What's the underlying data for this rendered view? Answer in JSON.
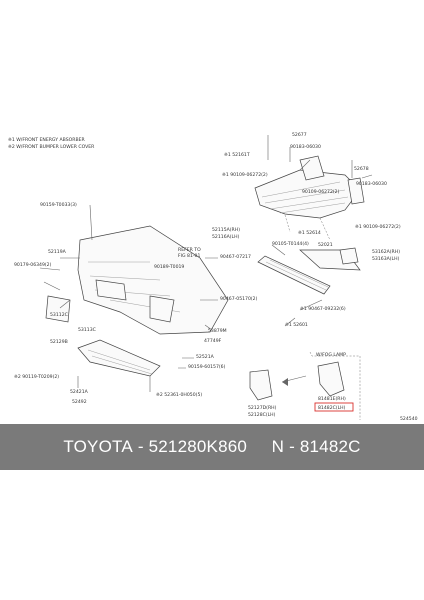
{
  "notes": {
    "line1": "※1 W/FRONT ENERGY ABSORBER",
    "line2": "※2 W/FRONT BUMPER LOWER COVER"
  },
  "labels": {
    "p52677": "52677",
    "p90183_06030_a": "90183-06030",
    "p52161t": "※1 52161T",
    "p90109_06272_a": "※1 90109-06272(2)",
    "p90109_06272_b": "90109-06272(2)",
    "p52678": "52678",
    "p90183_06030_b": "90183-06030",
    "p90159_t0033": "90159-T0033(3)",
    "p90109_06272_c": "※1 90109-06272(2)",
    "p52614": "※1 52614",
    "p52119a": "52119A",
    "p52115a": "52115A(RH)",
    "p52116a": "52116A(LH)",
    "p52021": "52021",
    "p53162a": "53162A(RH)",
    "p53163a": "53163A(LH)",
    "p90105_t0144": "90105-T0144(4)",
    "p90179_06349": "90179-06349(2)",
    "refer_fig_1": "REFER TO",
    "refer_fig_2": "FIG 81-01",
    "p90189_t0019": "90189-T0019",
    "p90467_07217": "90467-07217",
    "p90467_05170": "90467-05170(2)",
    "p90467_09232": "※1 90467-09232(6)",
    "p53112c": "53112C",
    "p53113c": "53113C",
    "p53879m": "53879M",
    "p47749f": "47749F",
    "p52601": "※1 52601",
    "p52129b": "52129B",
    "p52521a": "52521A",
    "p90159_60157": "90159-60157(6)",
    "p90119_t0209": "※2 90119-T0209(2)",
    "p52421a": "52421A",
    "p52492": "52492",
    "p52361_0h050": "※2 52361-0H050(5)",
    "p52127d": "52127D(RH)",
    "p52128c": "52128C(LH)",
    "w_o_lamp": "W/FOG LAMP",
    "p81481e": "81481E(RH)",
    "p81482c": "81482C(LH)",
    "fig_code": "524540"
  },
  "banner": {
    "brand": "TOYOTA",
    "sep1": " - ",
    "part_number": "521280K860",
    "gap": "     ",
    "n_prefix": "N",
    "sep2": " - ",
    "n_number": "81482C"
  },
  "colors": {
    "banner_bg": "#7a7a7a",
    "highlight": "#d9302c"
  }
}
